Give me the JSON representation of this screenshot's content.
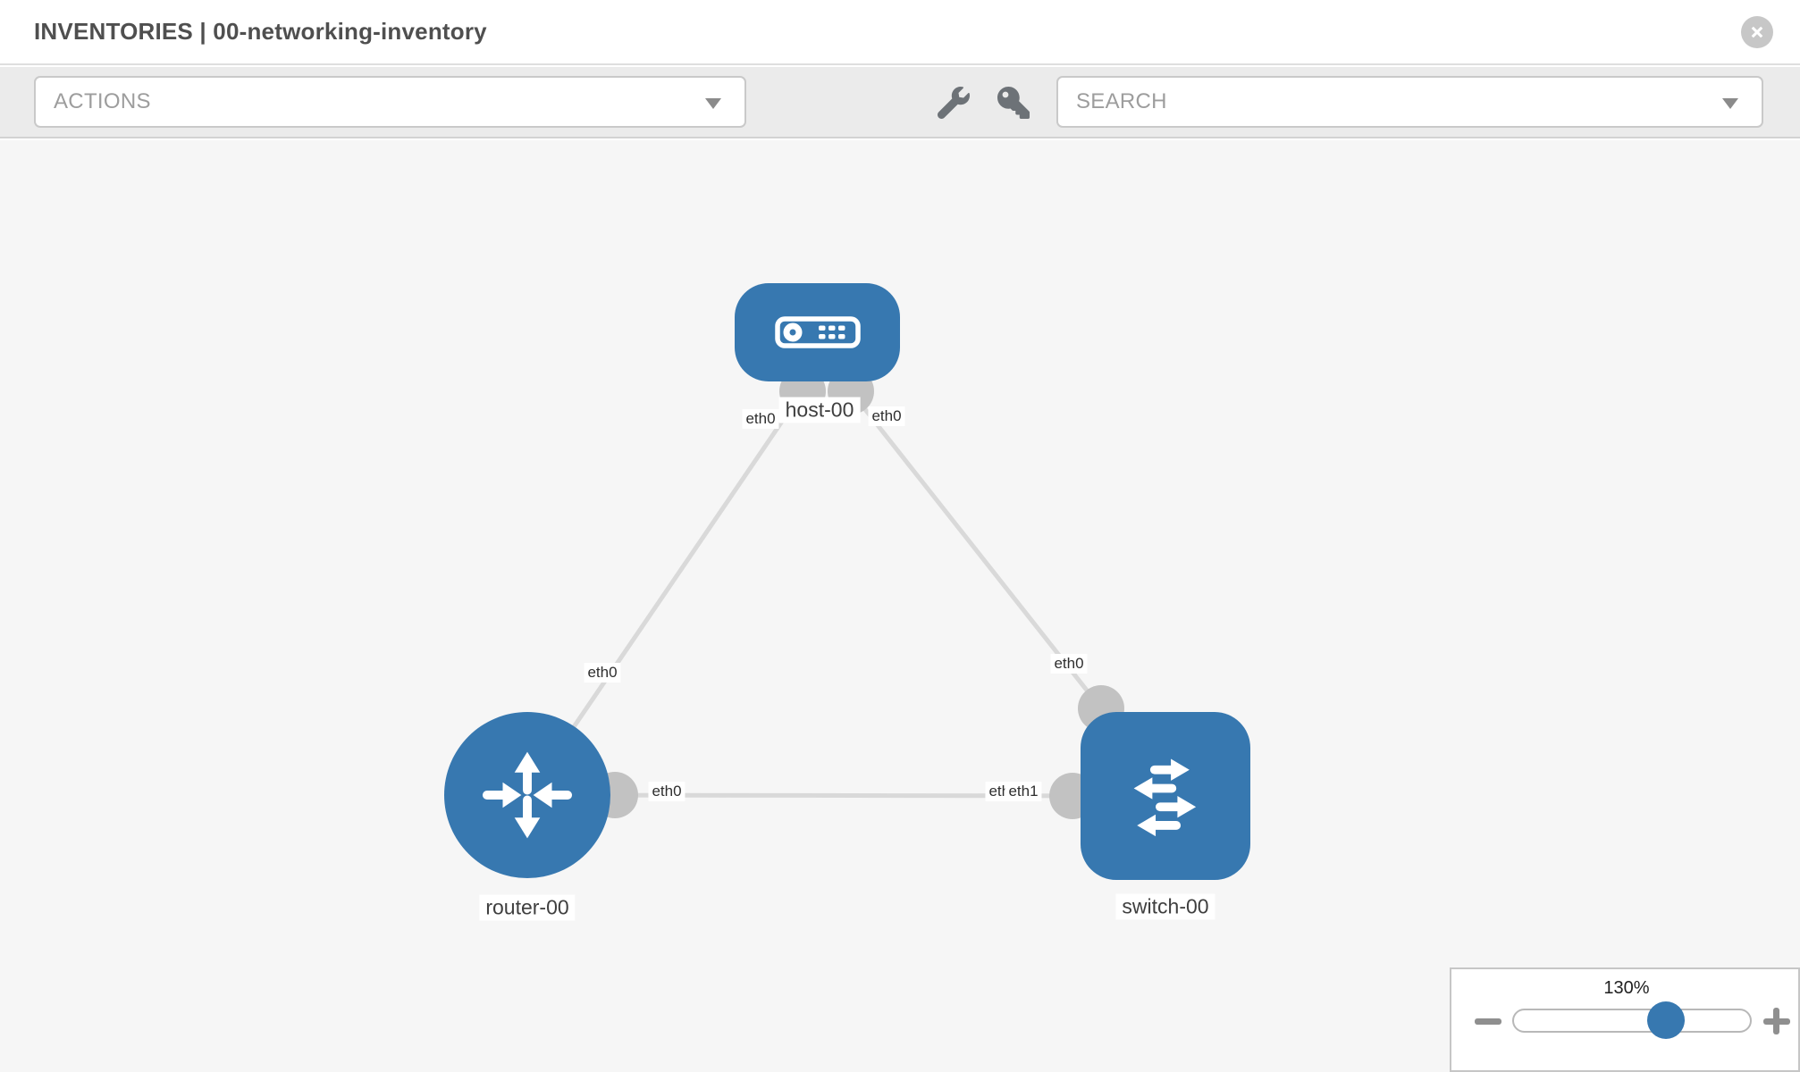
{
  "window": {
    "title": "INVENTORIES | 00-networking-inventory"
  },
  "toolbar": {
    "actions_label": "ACTIONS",
    "search_placeholder": "SEARCH",
    "icons": [
      "wrench-icon",
      "key-icon"
    ]
  },
  "topology": {
    "nodes": [
      {
        "id": "host-00",
        "type": "host",
        "label": "host-00"
      },
      {
        "id": "router-00",
        "type": "router",
        "label": "router-00"
      },
      {
        "id": "switch-00",
        "type": "switch",
        "label": "switch-00"
      }
    ],
    "links": [
      {
        "from": "host-00",
        "to": "router-00",
        "from_if": "eth0",
        "to_if": "eth0"
      },
      {
        "from": "host-00",
        "to": "switch-00",
        "from_if": "eth0",
        "to_if": "eth0"
      },
      {
        "from": "router-00",
        "to": "switch-00",
        "from_if": "eth0",
        "to_if": "eth1"
      }
    ],
    "overlapped_label": "eth0"
  },
  "zoom_control": {
    "level": "130%",
    "slider_percent": 64.5
  },
  "colors": {
    "node_blue": "#3778b0",
    "link_gray": "#d9d9d9",
    "port_gray": "#c2c2c2",
    "toolbar_gray": "#ebebeb",
    "canvas_gray": "#f6f6f6"
  }
}
